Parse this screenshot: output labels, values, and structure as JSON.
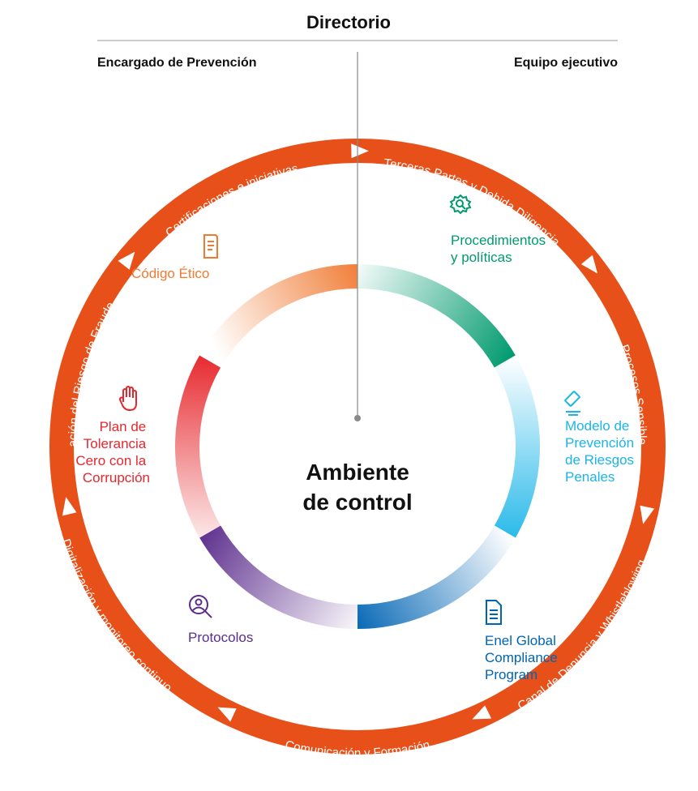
{
  "header": {
    "title": "Directorio",
    "left_role": "Encargado de Prevención",
    "right_role": "Equipo ejecutivo"
  },
  "center": {
    "line1": "Ambiente",
    "line2": "de control"
  },
  "outer_ring": {
    "color": "#E8501A",
    "items": [
      "Terceras Partes y Debida Diligencia",
      "Procesos Sensibles",
      "Digitalización y monitoreo continuo",
      "Comunicación y Formación",
      "Canal de Denuncia y Whistleblowing",
      "Evaluación del Riesgo de Fraude",
      "Certificaciones e iniciativas"
    ]
  },
  "segments": [
    {
      "key": "procedimientos",
      "lines": [
        "Procedimientos",
        "y políticas"
      ],
      "color": "#009A6E",
      "icon": "gear-search-icon"
    },
    {
      "key": "modelo",
      "lines": [
        "Modelo de",
        "Prevención",
        "de Riesgos",
        "Penales"
      ],
      "color": "#1BB5E8",
      "icon": "gavel-icon"
    },
    {
      "key": "enel",
      "lines": [
        "Enel Global",
        "Compliance",
        "Program"
      ],
      "color": "#0064B4",
      "icon": "document-icon"
    },
    {
      "key": "protocolos",
      "lines": [
        "Protocolos"
      ],
      "color": "#5B2C8C",
      "icon": "magnifier-user-icon"
    },
    {
      "key": "tolerancia",
      "lines": [
        "Plan de",
        "Tolerancia",
        "Cero con la",
        "Corrupción"
      ],
      "color": "#E6282D",
      "icon": "hand-icon"
    },
    {
      "key": "codigo",
      "lines": [
        "Código Ético"
      ],
      "color": "#F07A32",
      "icon": "book-icon"
    }
  ]
}
